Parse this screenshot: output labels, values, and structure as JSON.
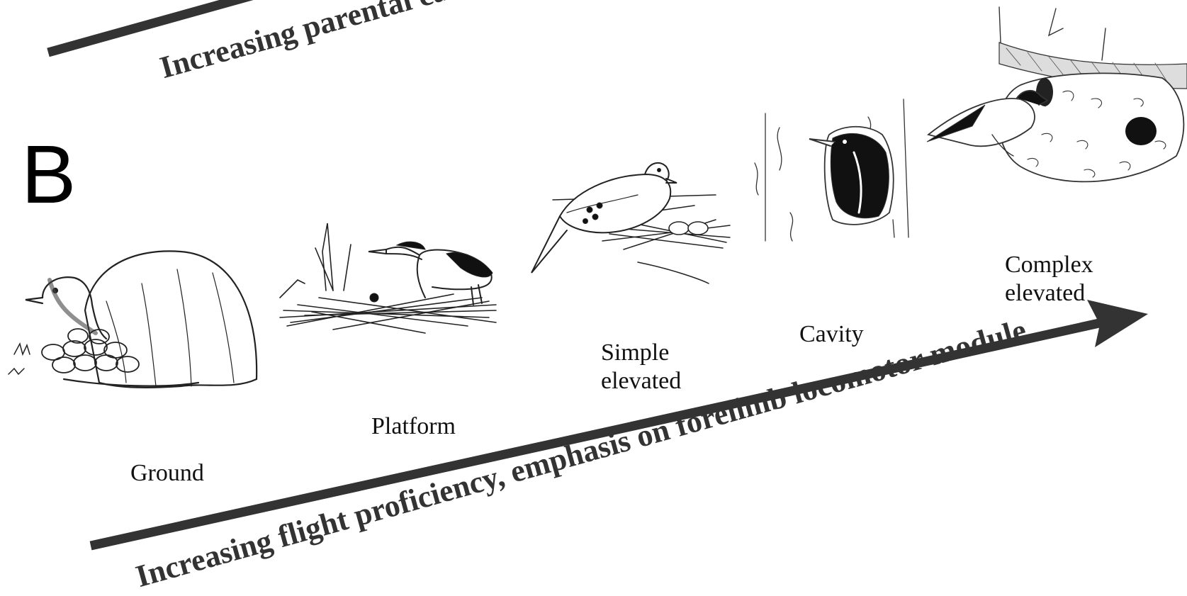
{
  "panel_letter": "B",
  "top_axis": {
    "label": "Increasing parental care (…"
  },
  "bottom_axis": {
    "label": "Increasing flight proficiency, emphasis on forelimb locomotor module"
  },
  "nest_types": [
    {
      "id": "ground",
      "lines": [
        "Ground"
      ]
    },
    {
      "id": "platform",
      "lines": [
        "Platform"
      ]
    },
    {
      "id": "simple-elevated",
      "lines": [
        "Simple",
        "elevated"
      ]
    },
    {
      "id": "cavity",
      "lines": [
        "Cavity"
      ]
    },
    {
      "id": "complex-elevated",
      "lines": [
        "Complex",
        "elevated"
      ]
    }
  ],
  "illustrations": [
    {
      "id": "ground",
      "icon": "emu-on-ground-nest-icon"
    },
    {
      "id": "platform",
      "icon": "heron-on-platform-nest-icon"
    },
    {
      "id": "simple-elevated",
      "icon": "dove-on-twig-nest-icon"
    },
    {
      "id": "cavity",
      "icon": "bird-in-tree-cavity-icon"
    },
    {
      "id": "complex-elevated",
      "icon": "swallow-at-mud-nest-icon"
    }
  ]
}
